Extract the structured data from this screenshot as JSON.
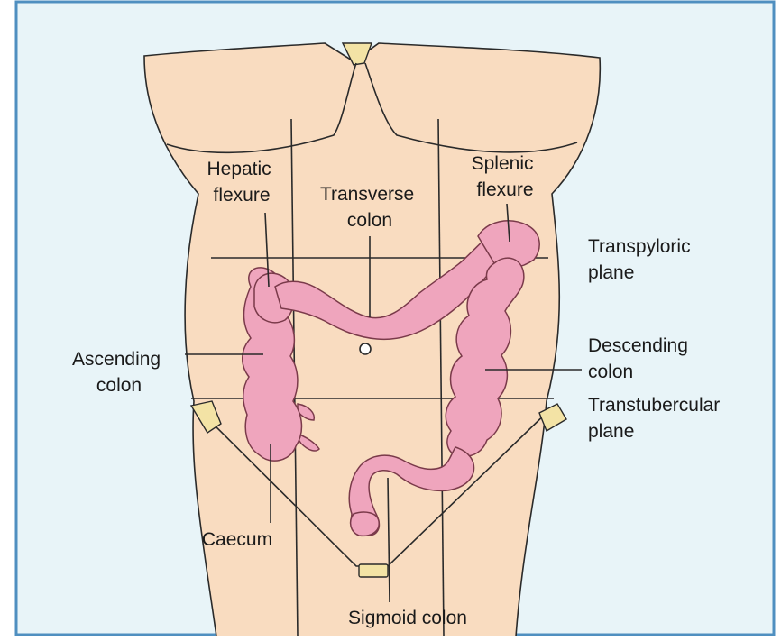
{
  "labels": {
    "hepatic_flexure": [
      "Hepatic",
      "flexure"
    ],
    "transverse_colon": [
      "Transverse",
      "colon"
    ],
    "splenic_flexure": [
      "Splenic",
      "flexure"
    ],
    "transpyloric_plane": [
      "Transpyloric",
      "plane"
    ],
    "ascending_colon": [
      "Ascending",
      "colon"
    ],
    "descending_colon": [
      "Descending",
      "colon"
    ],
    "transtubercular_plane": [
      "Transtubercular",
      "plane"
    ],
    "caecum": "Caecum",
    "sigmoid_colon": "Sigmoid colon"
  },
  "colors": {
    "background": "#e8f4f8",
    "frame": "#4f8fc0",
    "skin": "#f9dcc0",
    "colon_fill": "#efa5bd",
    "colon_highlight": "#f8cfdc",
    "colon_outline": "#7a3a4a",
    "bone": "#f3e3a5",
    "line": "#2a2a2a"
  }
}
